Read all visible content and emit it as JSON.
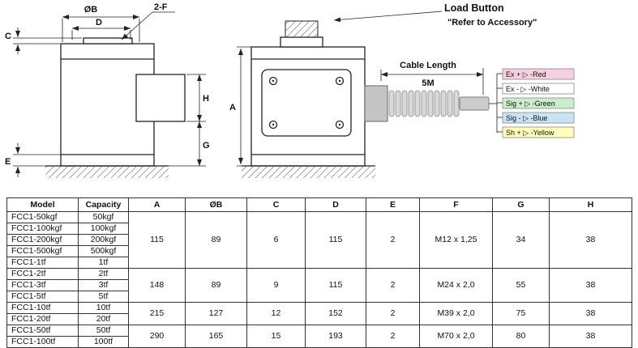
{
  "drawing": {
    "dims": {
      "ob": "ØB",
      "d": "D",
      "two_f": "2-F",
      "c": "C",
      "h": "H",
      "g": "G",
      "e": "E",
      "a": "A"
    },
    "load_button": {
      "title": "Load Button",
      "subtitle": "\"Refer to Accessory\""
    },
    "cable": {
      "label": "Cable Length",
      "length": "5M"
    },
    "wires": [
      {
        "label": "Ex + ▷ -Red",
        "color": "#f7cfe0"
      },
      {
        "label": "Ex - ▷ -White",
        "color": "#ffffff"
      },
      {
        "label": "Sig + ▷ -Green",
        "color": "#c9eec9"
      },
      {
        "label": "Sig - ▷ -Blue",
        "color": "#c9e2f6"
      },
      {
        "label": "Sh + ▷ -Yellow",
        "color": "#ffffbb"
      }
    ]
  },
  "table": {
    "headers": [
      "Model",
      "Capacity",
      "A",
      "ØB",
      "C",
      "D",
      "E",
      "F",
      "G",
      "H"
    ],
    "groups": [
      {
        "rows": [
          {
            "model": "FCC1-50kgf",
            "capacity": "50kgf"
          },
          {
            "model": "FCC1-100kgf",
            "capacity": "100kgf"
          },
          {
            "model": "FCC1-200kgf",
            "capacity": "200kgf"
          },
          {
            "model": "FCC1-500kgf",
            "capacity": "500kgf"
          },
          {
            "model": "FCC1-1tf",
            "capacity": "1tf"
          }
        ],
        "specs": [
          "115",
          "89",
          "6",
          "115",
          "2",
          "M12 x 1,25",
          "34",
          "38"
        ]
      },
      {
        "rows": [
          {
            "model": "FCC1-2tf",
            "capacity": "2tf"
          },
          {
            "model": "FCC1-3tf",
            "capacity": "3tf"
          },
          {
            "model": "FCC1-5tf",
            "capacity": "5tf"
          }
        ],
        "specs": [
          "148",
          "89",
          "9",
          "115",
          "2",
          "M24 x 2,0",
          "55",
          "38"
        ]
      },
      {
        "rows": [
          {
            "model": "FCC1-10tf",
            "capacity": "10tf"
          },
          {
            "model": "FCC1-20tf",
            "capacity": "20tf"
          }
        ],
        "specs": [
          "215",
          "127",
          "12",
          "152",
          "2",
          "M39 x 2,0",
          "75",
          "38"
        ]
      },
      {
        "rows": [
          {
            "model": "FCC1-50tf",
            "capacity": "50tf"
          },
          {
            "model": "FCC1-100tf",
            "capacity": "100tf"
          }
        ],
        "specs": [
          "290",
          "165",
          "15",
          "193",
          "2",
          "M70 x 2,0",
          "80",
          "38"
        ]
      }
    ]
  }
}
